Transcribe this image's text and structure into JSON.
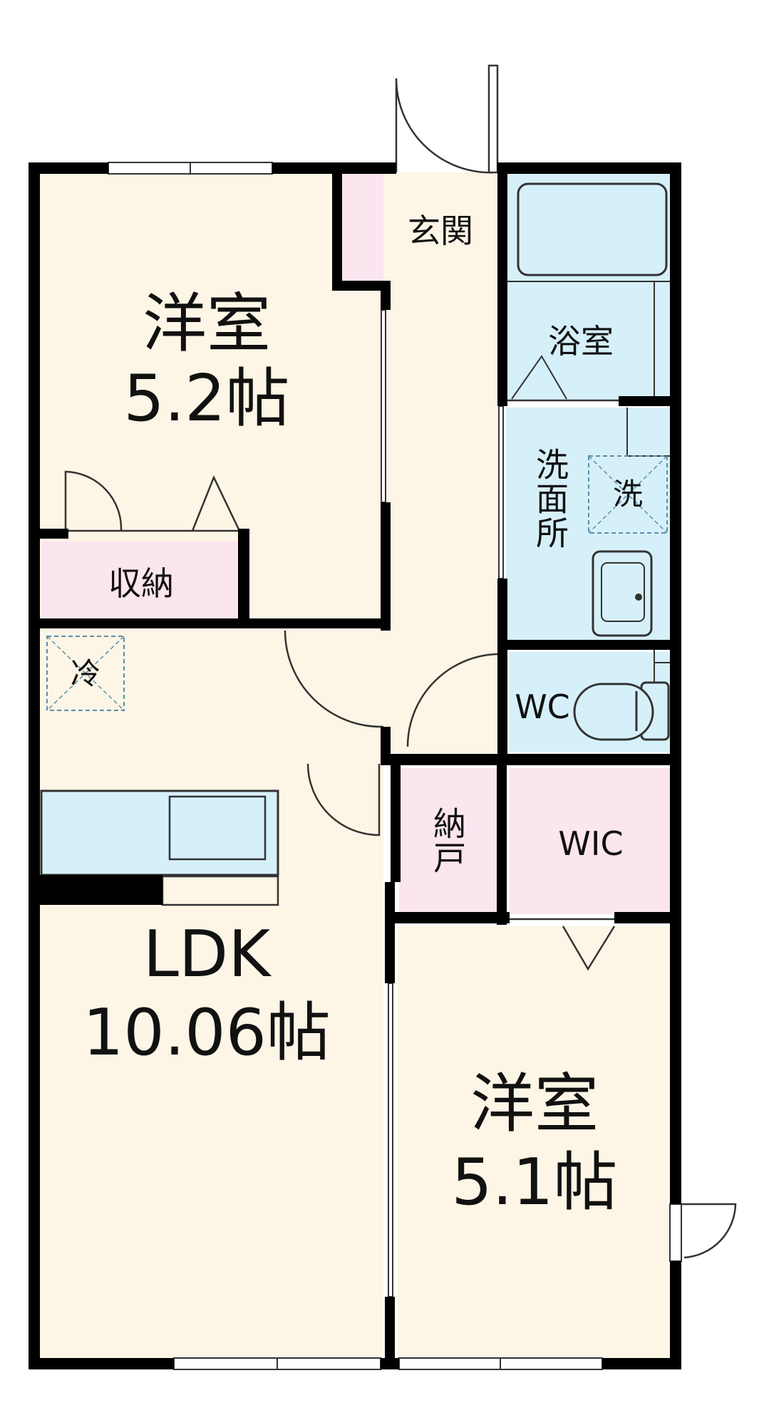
{
  "colors": {
    "wall": "#000000",
    "room_floor": "#fdf6e6",
    "storage_floor": "#fbe5ee",
    "wet_area_floor": "#d6f0fa",
    "fixture_line": "#333333",
    "appliance_outline": "#5a8ea8"
  },
  "rooms": {
    "western_room_north": {
      "name": "洋室",
      "size": "5.2帖"
    },
    "western_room_south": {
      "name": "洋室",
      "size": "5.1帖"
    },
    "ldk": {
      "name": "LDK",
      "size": "10.06帖"
    },
    "entrance": {
      "name": "玄関"
    },
    "bathroom": {
      "name": "浴室"
    },
    "washroom": {
      "name": "洗面所"
    },
    "toilet": {
      "name": "WC"
    },
    "storage_closet": {
      "name": "収納"
    },
    "storage_pantry": {
      "name": "納戸"
    },
    "walk_in_closet": {
      "name": "WIC"
    }
  },
  "fixtures": {
    "fridge_space": {
      "label": "冷"
    },
    "washer_space": {
      "label": "洗"
    }
  }
}
